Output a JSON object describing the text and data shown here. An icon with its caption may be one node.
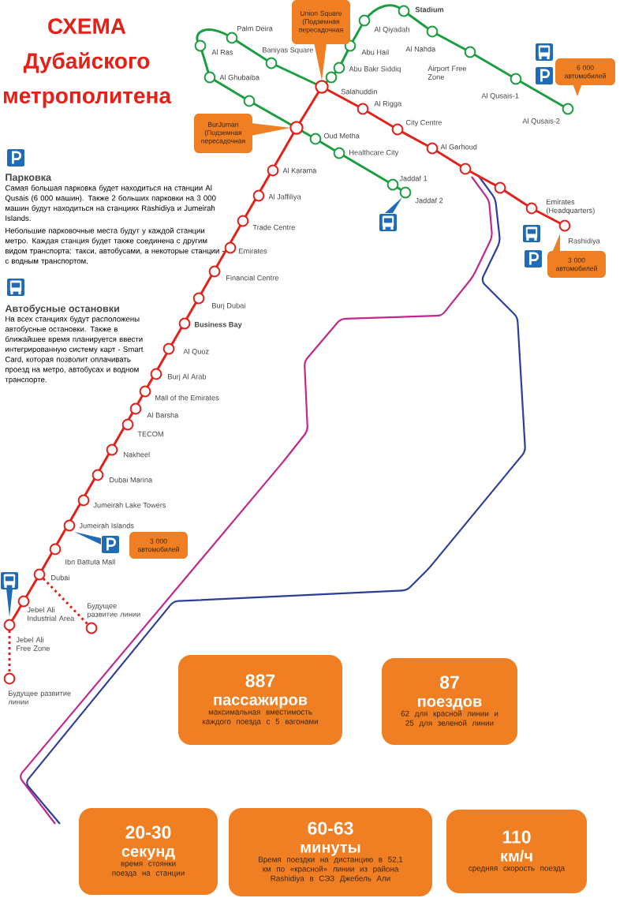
{
  "diagram": {
    "title": "СХЕМА Дубайского метрополитена",
    "nodes": [
      {
        "text": [
          "Union Square (Подземная пересадочная"
        ]
      },
      {
        "text": [
          "BurJuman (Подземная пересадочная"
        ]
      },
      {
        "text": [
          "6 000 автомобилей"
        ]
      },
      {
        "text": [
          "3 000 автомобилей"
        ]
      },
      {
        "text": [
          "3 000 автомобилей"
        ]
      },
      {
        "text": [
          "887",
          "пассажиров",
          "максимальная вместимость каждого поезда с 5 вагонами"
        ]
      },
      {
        "text": [
          "87",
          "поездов",
          "62 для красной линии и 25 для зеленой линии"
        ]
      },
      {
        "text": [
          "20-30",
          "секунд",
          "время стоянки поезда на станции"
        ]
      },
      {
        "text": [
          "60-63",
          "минуты",
          "Время поездки на дистанцию в 52,1 км по «красной» линии из района Rashidiya в СЭЗ Джебель Али"
        ]
      },
      {
        "text": [
          "110",
          "км/ч",
          "средняя скорость поезда"
        ]
      }
    ],
    "labels": [
      "Парковка",
      "Самая большая парковка будет находиться на станции Al Qusais (6 000 машин). Также 2 больших парковки на 3 000 машин будут находиться на станциях Rashidiya и Jumeirah Islands.",
      "Небольшие парковочные места будут у каждой станции метро. Каждая станция будет также соединена с другим видом транспорта: такси, автобусами, а некоторые станции - с водным транспортом.",
      "Автобусные остановки",
      "На всех станциях будут расположены автобусные остановки. Также в ближайшее время планируется ввести интегрированную систему карт - Smart Card, которая позволит оплачивать проезд на метро, автобусах и водном транспорте.",
      "Palm Deira",
      "Al Ras",
      "Baniyas Square",
      "Al Ghubaiba",
      "Stadium",
      "Al Qiyadah",
      "Abu Hail",
      "Al Nahda",
      "Abu Bakr Siddiq",
      "Airport Free Zone",
      "Salahuddin",
      "Al Qusais-1",
      "Al Qusais-2",
      "Oud Metha",
      "Healthcare City",
      "Jaddaf 1",
      "Jaddaf 2",
      "Al Rigga",
      "City Centre",
      "Al Garhoud",
      "Emirates (Headquarters)",
      "Rashidiya",
      "Al Karama",
      "Al Jaffiliya",
      "Trade Centre",
      "Emirates",
      "Financial Centre",
      "Burj Dubai",
      "Business Bay",
      "Al Quoz",
      "Burj Al Arab",
      "Mall of the Emirates",
      "Al Barsha",
      "TECOM",
      "Nakheel",
      "Dubai Marina",
      "Jumeirah Lake Towers",
      "Jumeirah Islands",
      "Ibn Battuta Mall",
      "Dubai",
      "Jebel Ali Industrial Area",
      "Будущее развитие линии",
      "Jebel Ali Free Zone",
      "Будущее развитие линии"
    ]
  }
}
